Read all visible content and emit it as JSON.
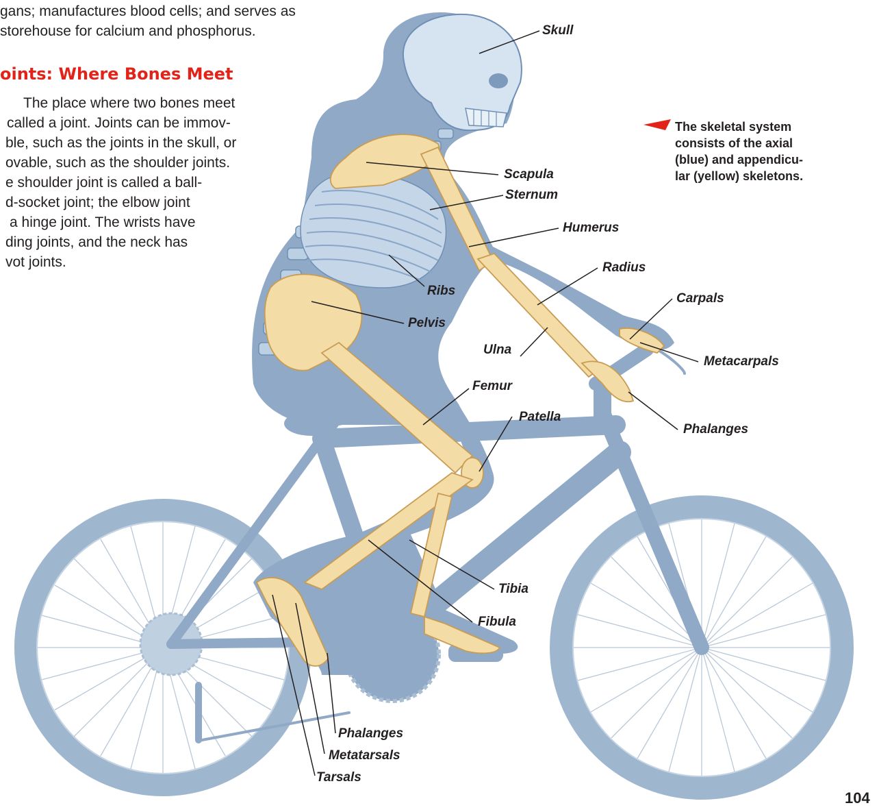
{
  "intro": {
    "lines": [
      "gans; manufactures blood cells; and serves as",
      "storehouse for calcium and phosphorus."
    ]
  },
  "section": {
    "heading": "oints: Where Bones Meet",
    "body_lines": [
      "The place where two bones meet",
      "called a joint. Joints can be immov-",
      "ble, such as the joints in the skull, or",
      "ovable, such as the shoulder joints.",
      "e shoulder joint is called a ball-",
      "d-socket joint; the elbow joint",
      "a hinge joint. The wrists have",
      "ding joints, and the neck has",
      "vot joints."
    ]
  },
  "caption": {
    "lines": [
      "The skeletal system",
      "consists of the axial",
      "(blue) and appendicu-",
      "lar (yellow) skeletons."
    ],
    "arrow_color": "#e2231a"
  },
  "labels": {
    "skull": "Skull",
    "scapula": "Scapula",
    "sternum": "Sternum",
    "humerus": "Humerus",
    "radius": "Radius",
    "ribs": "Ribs",
    "carpals": "Carpals",
    "pelvis": "Pelvis",
    "ulna": "Ulna",
    "metacarpals": "Metacarpals",
    "femur": "Femur",
    "patella": "Patella",
    "phalanges_hand": "Phalanges",
    "tibia": "Tibia",
    "fibula": "Fibula",
    "phalanges_foot": "Phalanges",
    "metatarsals": "Metatarsals",
    "tarsals": "Tarsals"
  },
  "colors": {
    "axial_blue": "#a9c3dc",
    "appendicular_yellow": "#f3dca6",
    "silhouette": "#8fa9c6",
    "heading_red": "#e2231a"
  },
  "page_number": "104"
}
